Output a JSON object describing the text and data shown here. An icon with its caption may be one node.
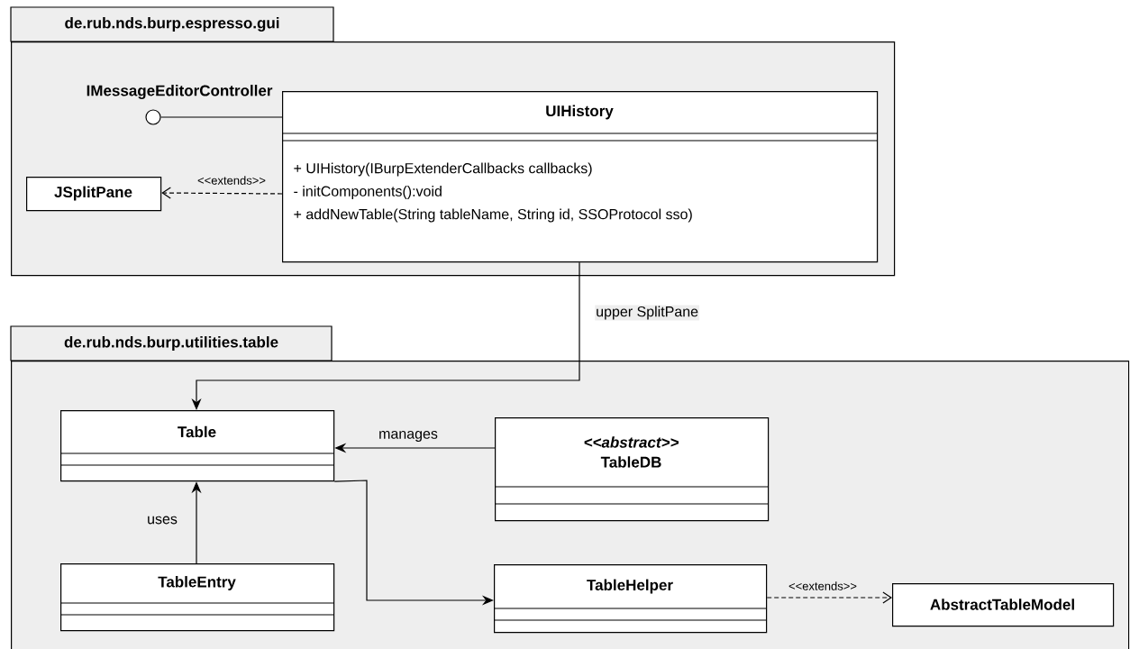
{
  "diagram": {
    "nodes": [
      {
        "text": [
          "de.rub.nds.burp.espresso.gui"
        ]
      },
      {
        "text": [
          "IMessageEditorController"
        ],
        "in": 0
      },
      {
        "text": [
          "UIHistory",
          "+ UIHistory(IBurpExtenderCallbacks callbacks)",
          "-  initComponents():void",
          "+ addNewTable(String tableName, String id, SSOProtocol sso)"
        ],
        "in": 0
      },
      {
        "text": [
          "JSplitPane"
        ],
        "in": 0
      },
      {
        "text": [
          "de.rub.nds.burp.utilities.table"
        ]
      },
      {
        "text": [
          "Table"
        ],
        "in": 4
      },
      {
        "text": [
          "<<abstract>>",
          "TableDB"
        ],
        "in": 4
      },
      {
        "text": [
          "TableEntry"
        ],
        "in": 4
      },
      {
        "text": [
          "TableHelper"
        ],
        "in": 4
      },
      {
        "text": [
          "AbstractTableModel"
        ],
        "in": 4
      }
    ],
    "edges": [
      {
        "from": 1,
        "to": 2,
        "arrow": "none"
      },
      {
        "from": 2,
        "to": 3,
        "arrow": "to",
        "label": "<<extends>>",
        "style": "dashed"
      },
      {
        "from": 2,
        "to": 5,
        "arrow": "to",
        "label": "upper SplitPane"
      },
      {
        "from": 6,
        "to": 5,
        "arrow": "to",
        "label": "manages"
      },
      {
        "from": 7,
        "to": 5,
        "arrow": "to",
        "label": "uses"
      },
      {
        "from": 5,
        "to": 8,
        "arrow": "to"
      },
      {
        "from": 8,
        "to": 9,
        "arrow": "to",
        "label": "<<extends>>",
        "style": "dashed"
      }
    ]
  }
}
